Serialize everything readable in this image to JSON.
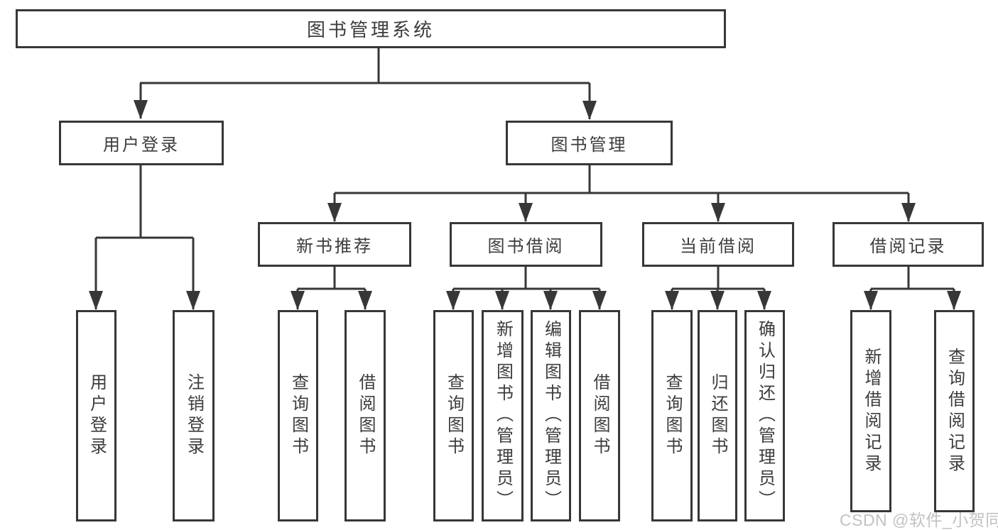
{
  "colors": {
    "line": "#373737",
    "text": "#3c3c3c",
    "background": "#ffffff",
    "watermark": "#c2c2c2"
  },
  "tree": {
    "root": {
      "label": "图书管理系统"
    },
    "branches": [
      {
        "label": "用户登录",
        "children": [
          {
            "label": "用户登录"
          },
          {
            "label": "注销登录"
          }
        ]
      },
      {
        "label": "图书管理",
        "children": [
          {
            "label": "新书推荐",
            "children": [
              {
                "label": "查询图书"
              },
              {
                "label": "借阅图书"
              }
            ]
          },
          {
            "label": "图书借阅",
            "children": [
              {
                "label": "查询图书"
              },
              {
                "label": "新增图书（管理员）"
              },
              {
                "label": "编辑图书（管理员）"
              },
              {
                "label": "借阅图书"
              }
            ]
          },
          {
            "label": "当前借阅",
            "children": [
              {
                "label": "查询图书"
              },
              {
                "label": "归还图书"
              },
              {
                "label": "确认归还（管理员）"
              }
            ]
          },
          {
            "label": "借阅记录",
            "children": [
              {
                "label": "新增借阅记录"
              },
              {
                "label": "查询借阅记录"
              }
            ]
          }
        ]
      }
    ]
  },
  "watermark": {
    "text": "CSDN @软件_小贺同学"
  }
}
